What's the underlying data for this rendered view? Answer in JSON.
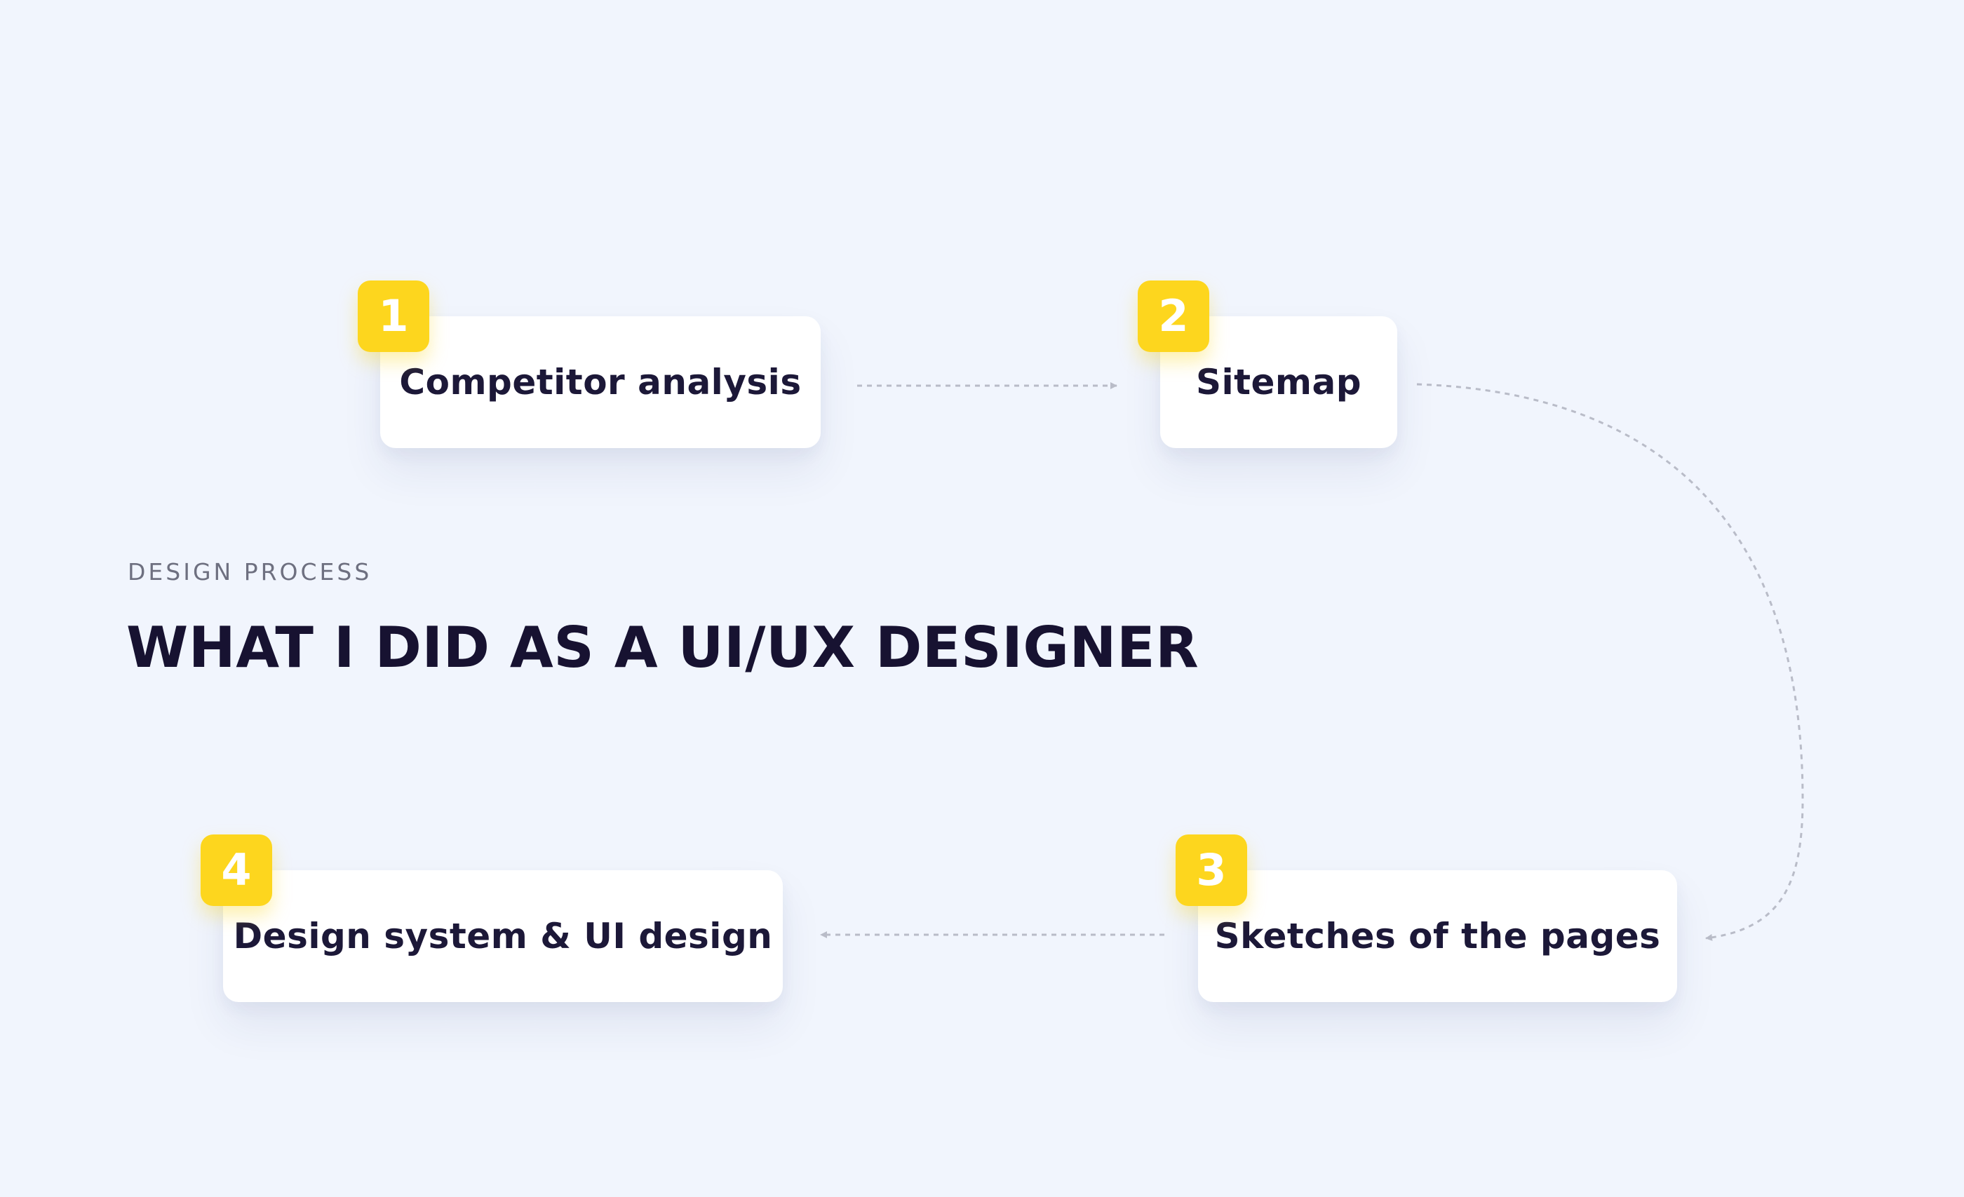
{
  "section": {
    "eyebrow": "DESIGN PROCESS",
    "title": "WHAT I DID AS A UI/UX DESIGNER"
  },
  "steps": [
    {
      "number": "1",
      "label": "Competitor analysis"
    },
    {
      "number": "2",
      "label": "Sitemap"
    },
    {
      "number": "3",
      "label": "Sketches of the pages"
    },
    {
      "number": "4",
      "label": "Design system & UI design"
    }
  ],
  "colors": {
    "background": "#f1f5fd",
    "badge": "#fdd61e",
    "card": "#ffffff",
    "text_dark": "#171231",
    "text_muted": "#6e7080",
    "connector": "#b9bcc8"
  }
}
